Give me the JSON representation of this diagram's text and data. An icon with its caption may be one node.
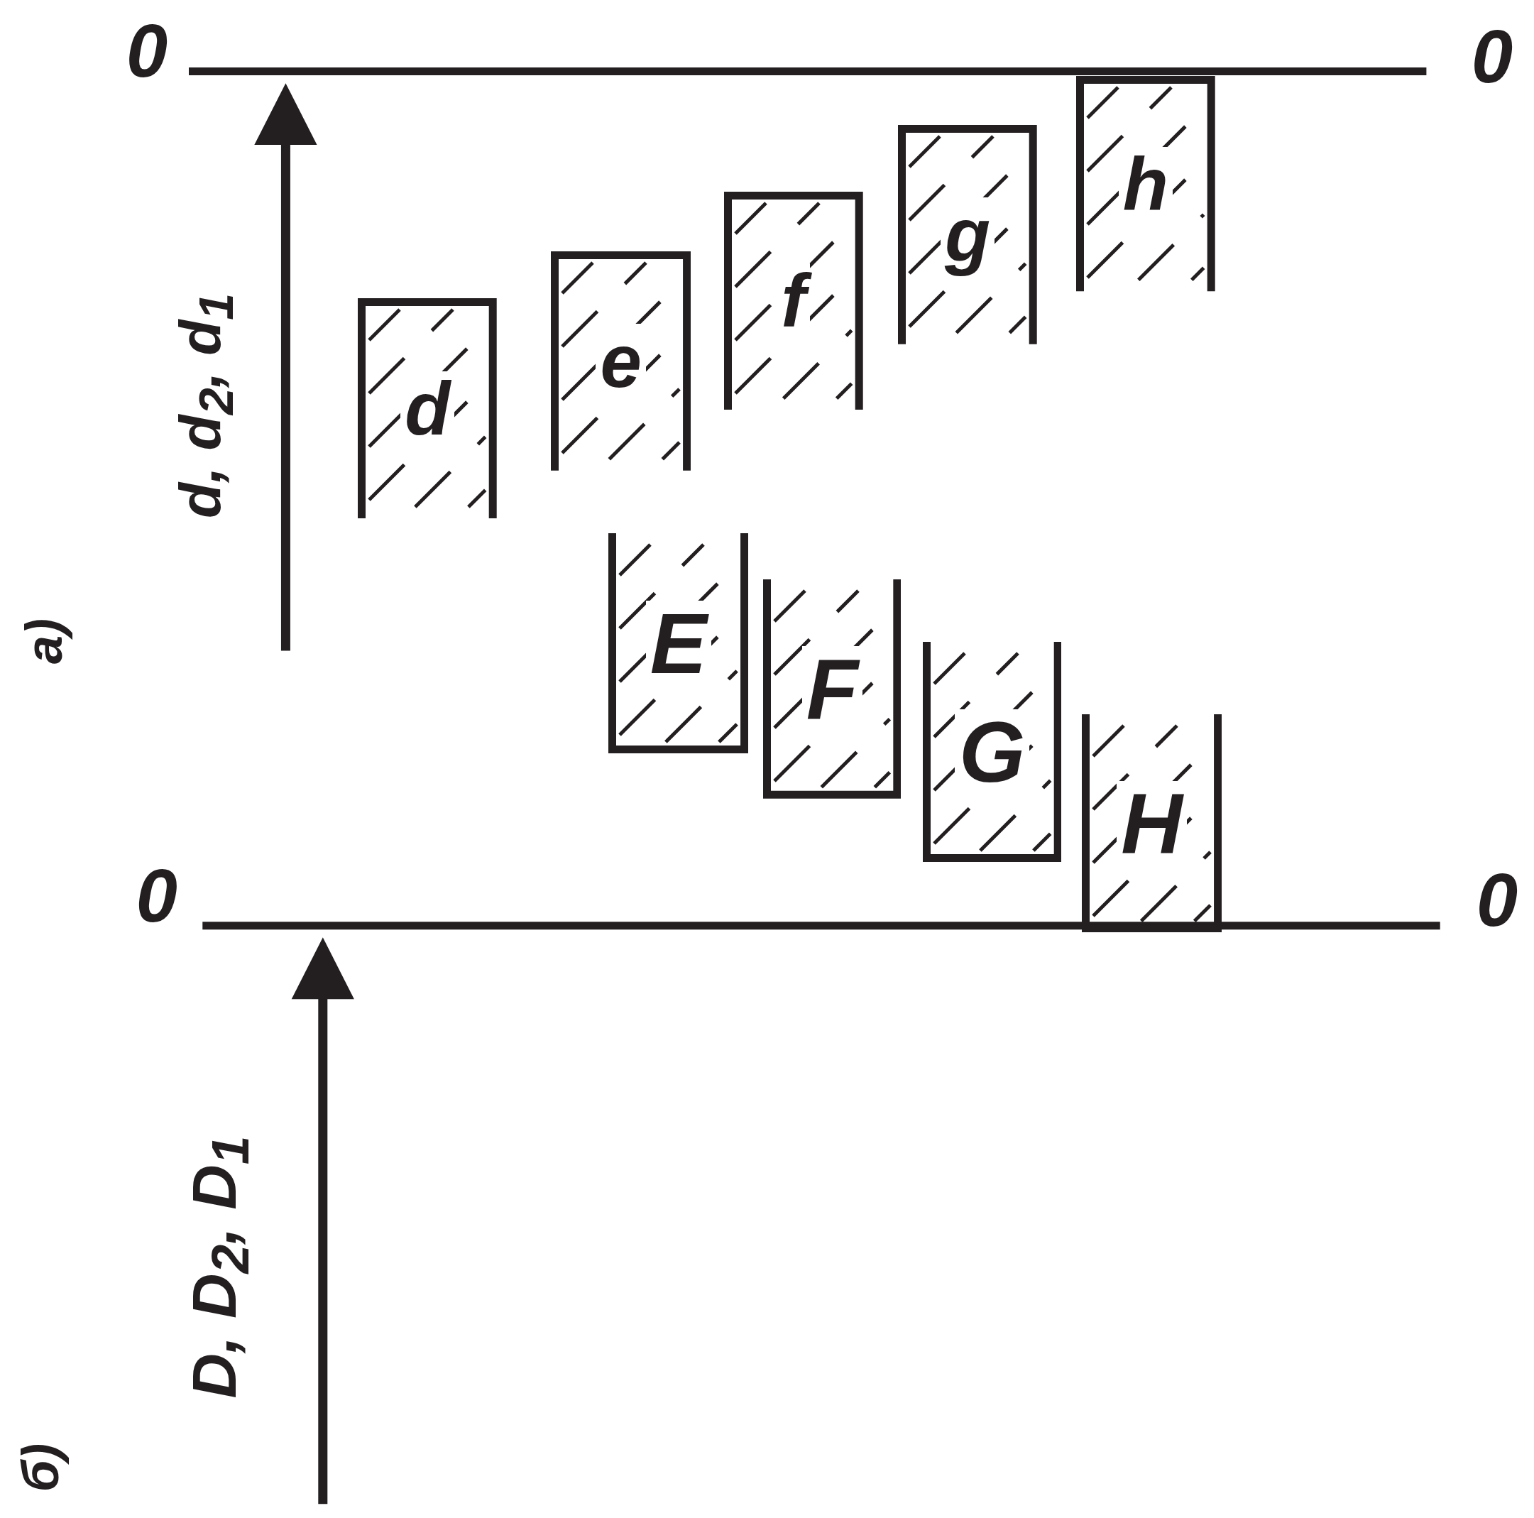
{
  "diagram": {
    "nodes": [
      {
        "text": [
          "d"
        ]
      },
      {
        "text": [
          "e"
        ]
      },
      {
        "text": [
          "f"
        ]
      },
      {
        "text": [
          "g"
        ]
      },
      {
        "text": [
          "h"
        ]
      },
      {
        "text": [
          "E"
        ]
      },
      {
        "text": [
          "F"
        ]
      },
      {
        "text": [
          "G"
        ]
      },
      {
        "text": [
          "H"
        ]
      }
    ],
    "labels": [
      "0",
      "0",
      "d, d$_{2}$, d$_{1}$",
      "a)",
      "0",
      "0",
      "D, D$_{2}$, D$_{1}$",
      "б)"
    ]
  }
}
